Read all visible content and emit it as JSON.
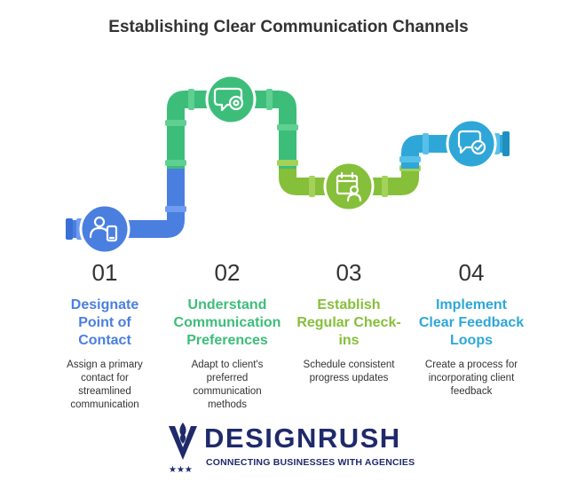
{
  "title": "Establishing Clear Communication Channels",
  "colors": {
    "step1": "#4a7fe0",
    "step2": "#3dbd7a",
    "step3": "#86bf3a",
    "step4": "#2ea7d8",
    "brand": "#1f2a6b"
  },
  "steps": [
    {
      "number": "01",
      "heading": [
        "Designate",
        "Point of",
        "Contact"
      ],
      "description": [
        "Assign a primary",
        "contact for",
        "streamlined",
        "communication"
      ],
      "icon": "person-phone-icon"
    },
    {
      "number": "02",
      "heading": [
        "Understand",
        "Communication",
        "Preferences"
      ],
      "description": [
        "Adapt to client's",
        "preferred",
        "communication",
        "methods"
      ],
      "icon": "chat-gear-icon"
    },
    {
      "number": "03",
      "heading": [
        "Establish",
        "Regular Check-",
        "ins"
      ],
      "description": [
        "Schedule consistent",
        "progress updates"
      ],
      "icon": "calendar-person-icon"
    },
    {
      "number": "04",
      "heading": [
        "Implement",
        "Clear Feedback",
        "Loops"
      ],
      "description": [
        "Create a process for",
        "incorporating client",
        "feedback"
      ],
      "icon": "chat-check-icon"
    }
  ],
  "logo": {
    "wordmark": "DESIGNRUSH",
    "tagline": "CONNECTING BUSINESSES WITH AGENCIES"
  }
}
